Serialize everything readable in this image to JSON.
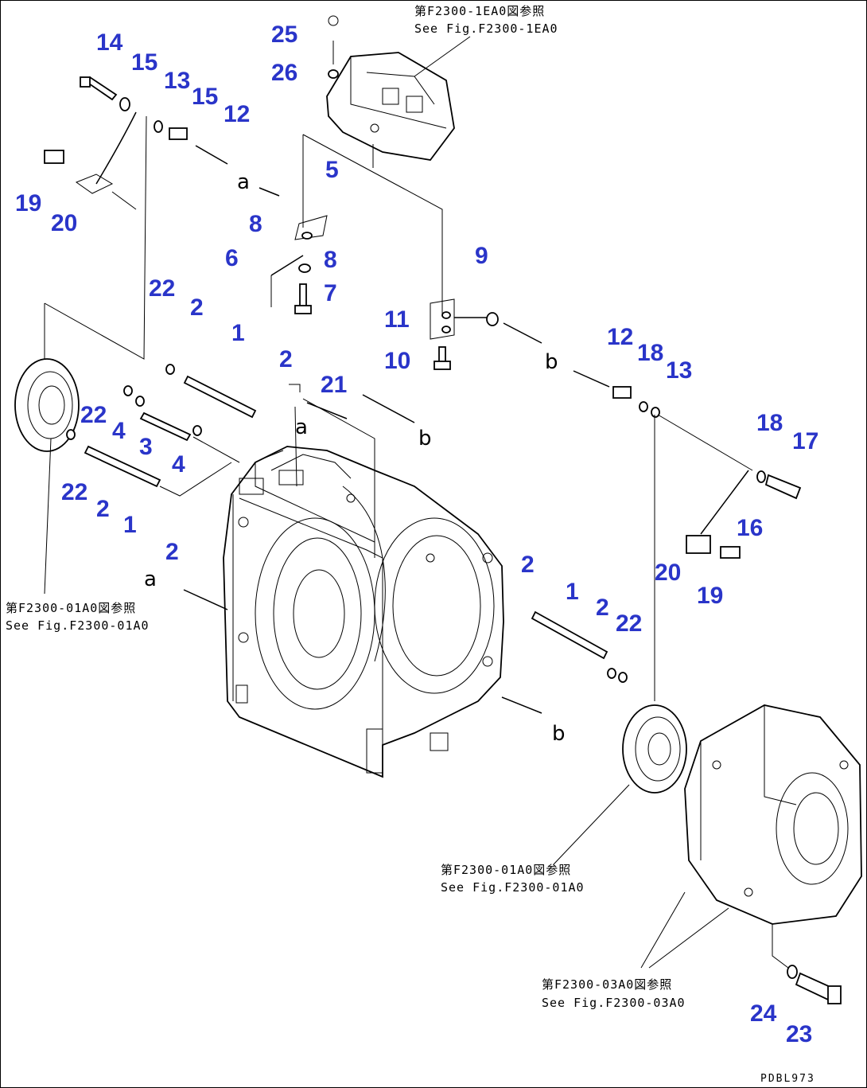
{
  "callouts": [
    {
      "id": "c14a",
      "text": "14"
    },
    {
      "id": "c15a",
      "text": "15"
    },
    {
      "id": "c13a",
      "text": "13"
    },
    {
      "id": "c15b",
      "text": "15"
    },
    {
      "id": "c12a",
      "text": "12"
    },
    {
      "id": "c19a",
      "text": "19"
    },
    {
      "id": "c20a",
      "text": "20"
    },
    {
      "id": "c25",
      "text": "25"
    },
    {
      "id": "c26",
      "text": "26"
    },
    {
      "id": "c5",
      "text": "5"
    },
    {
      "id": "c8a",
      "text": "8"
    },
    {
      "id": "c6",
      "text": "6"
    },
    {
      "id": "c8b",
      "text": "8"
    },
    {
      "id": "c7",
      "text": "7"
    },
    {
      "id": "c9",
      "text": "9"
    },
    {
      "id": "c11",
      "text": "11"
    },
    {
      "id": "c10",
      "text": "10"
    },
    {
      "id": "c12b",
      "text": "12"
    },
    {
      "id": "c18a",
      "text": "18"
    },
    {
      "id": "c13b",
      "text": "13"
    },
    {
      "id": "c22a",
      "text": "22"
    },
    {
      "id": "c2a",
      "text": "2"
    },
    {
      "id": "c1a",
      "text": "1"
    },
    {
      "id": "c2b",
      "text": "2"
    },
    {
      "id": "c21",
      "text": "21"
    },
    {
      "id": "c22b",
      "text": "22"
    },
    {
      "id": "c4a",
      "text": "4"
    },
    {
      "id": "c3",
      "text": "3"
    },
    {
      "id": "c4b",
      "text": "4"
    },
    {
      "id": "c22c",
      "text": "22"
    },
    {
      "id": "c2c",
      "text": "2"
    },
    {
      "id": "c1b",
      "text": "1"
    },
    {
      "id": "c2d",
      "text": "2"
    },
    {
      "id": "c18b",
      "text": "18"
    },
    {
      "id": "c17",
      "text": "17"
    },
    {
      "id": "c16",
      "text": "16"
    },
    {
      "id": "c20b",
      "text": "20"
    },
    {
      "id": "c19b",
      "text": "19"
    },
    {
      "id": "c2e",
      "text": "2"
    },
    {
      "id": "c1c",
      "text": "1"
    },
    {
      "id": "c2f",
      "text": "2"
    },
    {
      "id": "c22d",
      "text": "22"
    },
    {
      "id": "c24",
      "text": "24"
    },
    {
      "id": "c23",
      "text": "23"
    }
  ],
  "letters": [
    {
      "id": "la1",
      "text": "a"
    },
    {
      "id": "lb1",
      "text": "b"
    },
    {
      "id": "la2",
      "text": "a"
    },
    {
      "id": "lb2",
      "text": "b"
    },
    {
      "id": "la3",
      "text": "a"
    },
    {
      "id": "lb3",
      "text": "b"
    }
  ],
  "references": [
    {
      "id": "r1",
      "jp": "第F2300-1EA0図参照",
      "en": "See Fig.F2300-1EA0"
    },
    {
      "id": "r2",
      "jp": "第F2300-01A0図参照",
      "en": "See Fig.F2300-01A0"
    },
    {
      "id": "r3",
      "jp": "第F2300-01A0図参照",
      "en": "See Fig.F2300-01A0"
    },
    {
      "id": "r4",
      "jp": "第F2300-03A0図参照",
      "en": "See Fig.F2300-03A0"
    }
  ],
  "drawing_code": "PDBL973",
  "colors": {
    "callout": "#2a35c9",
    "line": "#000000",
    "background": "#ffffff"
  }
}
